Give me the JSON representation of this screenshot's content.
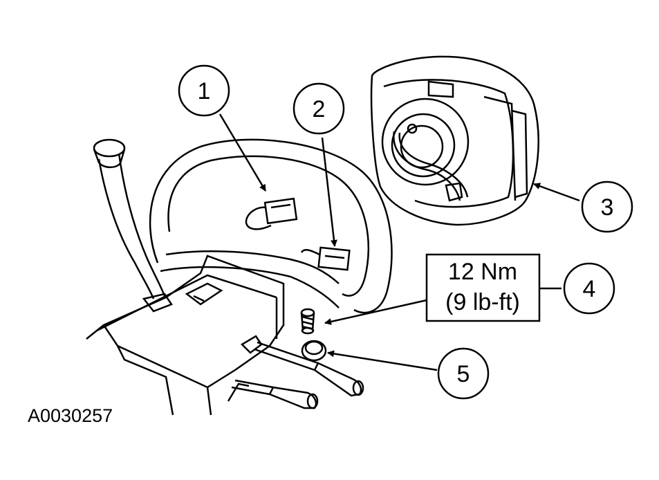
{
  "callouts": [
    {
      "id": "1",
      "text": "1"
    },
    {
      "id": "2",
      "text": "2"
    },
    {
      "id": "3",
      "text": "3"
    },
    {
      "id": "4",
      "text": "4"
    },
    {
      "id": "5",
      "text": "5"
    }
  ],
  "torque_spec": {
    "metric": "12 Nm",
    "imperial": "(9 lb-ft)"
  },
  "figure_code": "A0030257",
  "colors": {
    "line": "#000000",
    "background": "#ffffff"
  }
}
